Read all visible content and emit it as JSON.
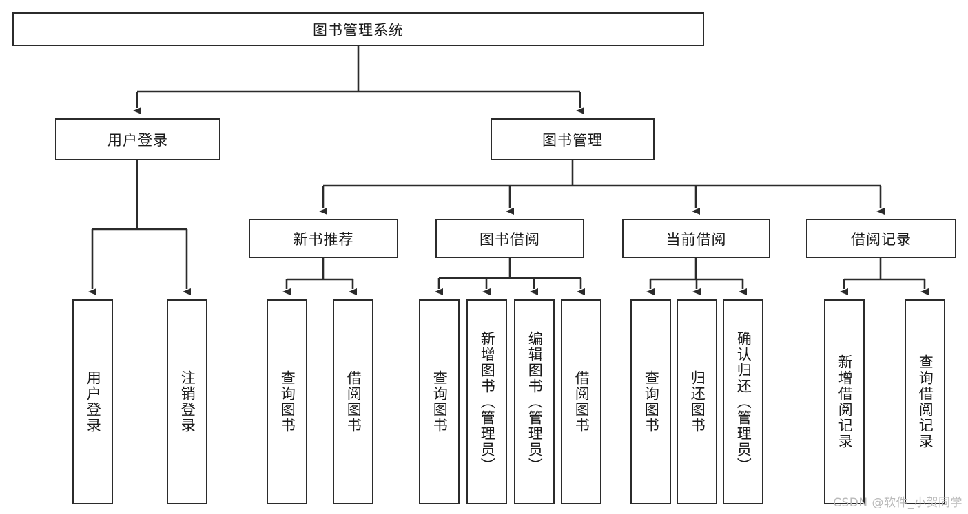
{
  "diagram": {
    "type": "tree",
    "orientation": "top-down",
    "title": "图书管理系统",
    "watermark": "CSDN @软件_小贺同学",
    "colors": {
      "border": "#2b2b2b",
      "fill": "#ffffff",
      "text": "#1a1a1a",
      "connector": "#2b2b2b",
      "watermark": "#b9b9b9"
    },
    "levels": {
      "root": {
        "label": "图书管理系统"
      },
      "level2": [
        {
          "id": "user-login",
          "label": "用户登录"
        },
        {
          "id": "book-management",
          "label": "图书管理"
        }
      ],
      "level3": [
        {
          "id": "new-book-recommend",
          "label": "新书推荐",
          "parent": "book-management"
        },
        {
          "id": "book-borrow",
          "label": "图书借阅",
          "parent": "book-management"
        },
        {
          "id": "current-borrow",
          "label": "当前借阅",
          "parent": "book-management"
        },
        {
          "id": "borrow-record",
          "label": "借阅记录",
          "parent": "book-management"
        }
      ],
      "leaves": {
        "user-login": [
          {
            "id": "leaf-user-login",
            "label": "用户登录"
          },
          {
            "id": "leaf-user-logout",
            "label": "注销登录"
          }
        ],
        "new-book-recommend": [
          {
            "id": "leaf-query-book-1",
            "label": "查询图书"
          },
          {
            "id": "leaf-borrow-book-1",
            "label": "借阅图书"
          }
        ],
        "book-borrow": [
          {
            "id": "leaf-query-book-2",
            "label": "查询图书"
          },
          {
            "id": "leaf-add-book",
            "label": "新增图书（管理员）"
          },
          {
            "id": "leaf-edit-book",
            "label": "编辑图书（管理员）"
          },
          {
            "id": "leaf-borrow-book-2",
            "label": "借阅图书"
          }
        ],
        "current-borrow": [
          {
            "id": "leaf-query-book-3",
            "label": "查询图书"
          },
          {
            "id": "leaf-return-book",
            "label": "归还图书"
          },
          {
            "id": "leaf-confirm-return",
            "label": "确认归还（管理员）"
          }
        ],
        "borrow-record": [
          {
            "id": "leaf-add-record",
            "label": "新增借阅记录"
          },
          {
            "id": "leaf-query-record",
            "label": "查询借阅记录"
          }
        ]
      }
    }
  }
}
